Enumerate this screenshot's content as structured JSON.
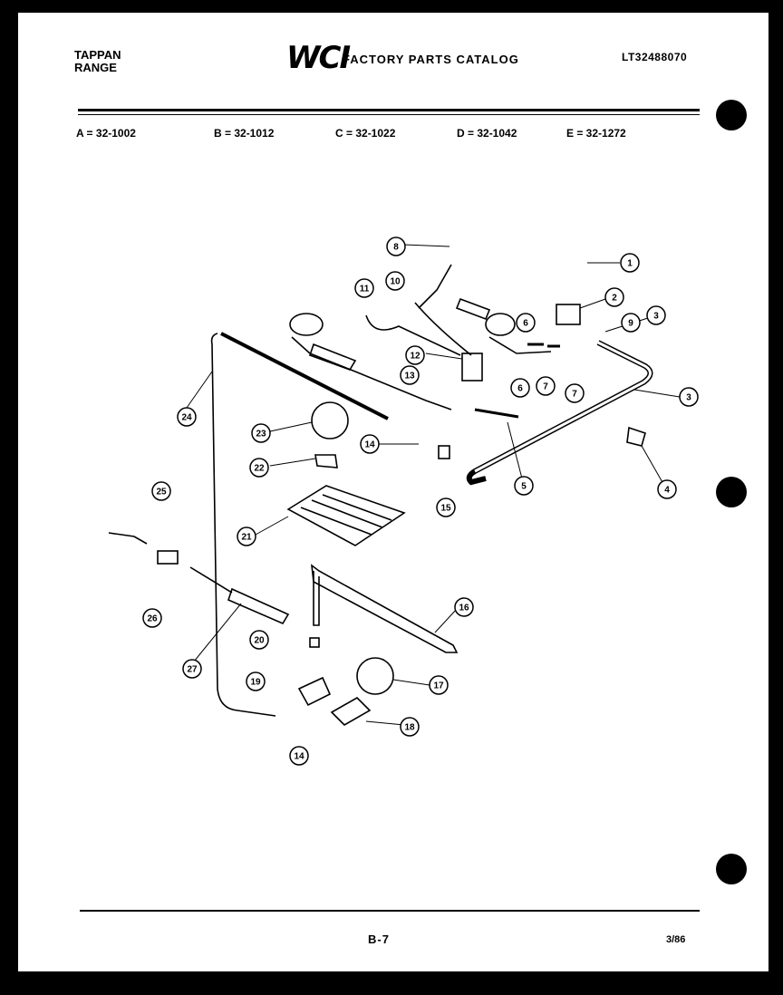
{
  "header": {
    "brand_line1": "TAPPAN",
    "brand_line2": "RANGE",
    "logo_text": "WCI",
    "catalog_title": "FACTORY PARTS CATALOG",
    "document_number": "LT32488070"
  },
  "models": [
    {
      "label": "A = 32-1002"
    },
    {
      "label": "B = 32-1012"
    },
    {
      "label": "C = 32-1022"
    },
    {
      "label": "D = 32-1042"
    },
    {
      "label": "E = 32-1272"
    }
  ],
  "callouts": [
    "1",
    "2",
    "3",
    "3",
    "4",
    "5",
    "6",
    "6",
    "7",
    "7",
    "8",
    "9",
    "10",
    "11",
    "12",
    "13",
    "14",
    "14",
    "15",
    "16",
    "17",
    "18",
    "19",
    "20",
    "21",
    "22",
    "23",
    "24",
    "25",
    "26",
    "27"
  ],
  "footer": {
    "page_code": "B-7",
    "date": "3/86"
  },
  "colors": {
    "ink": "#000000",
    "paper": "#ffffff"
  }
}
